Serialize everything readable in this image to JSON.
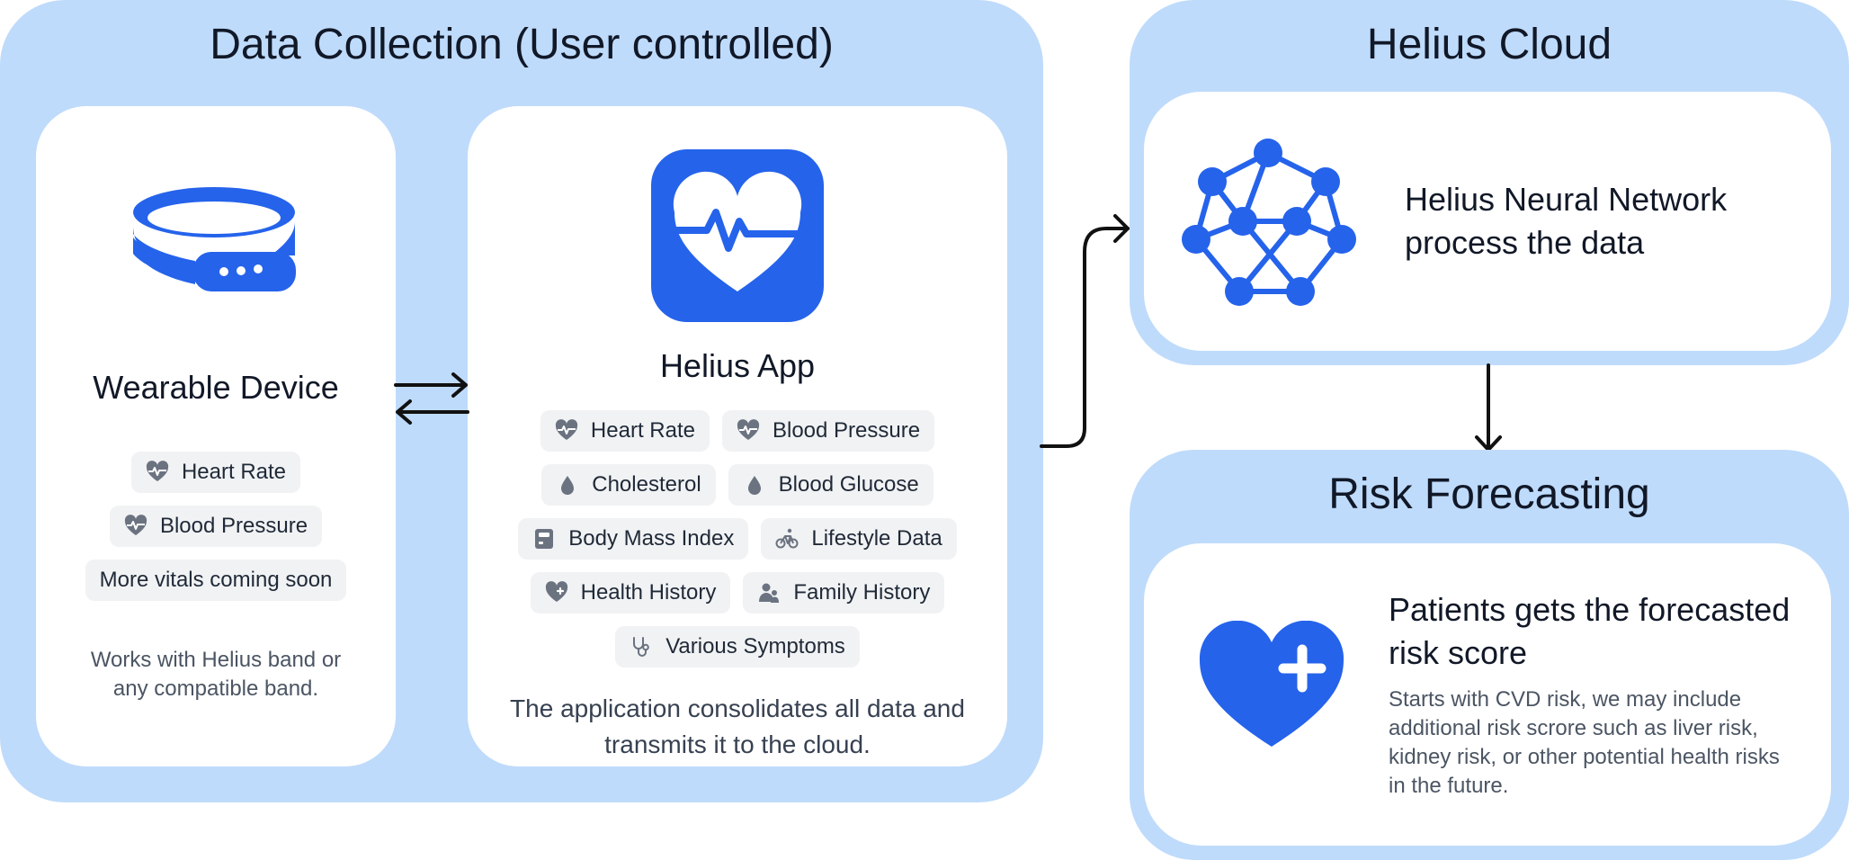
{
  "colors": {
    "panel": "#bfdbfb",
    "card": "#ffffff",
    "accent": "#2563eb",
    "chip_bg": "#f1f2f4",
    "chip_icon": "#6b7280",
    "arrow": "#111111"
  },
  "data_collection": {
    "title": "Data Collection (User controlled)",
    "wearable": {
      "icon": "wristband-icon",
      "title": "Wearable Device",
      "chips": [
        {
          "label": "Heart Rate",
          "icon": "heart-pulse-icon"
        },
        {
          "label": "Blood Pressure",
          "icon": "heart-pulse-icon"
        },
        {
          "label": "More vitals coming soon",
          "icon": ""
        }
      ],
      "note": "Works with Helius band or any compatible band."
    },
    "app": {
      "icon": "heart-pulse-app-icon",
      "title": "Helius App",
      "chips": [
        {
          "label": "Heart Rate",
          "icon": "heart-pulse-icon"
        },
        {
          "label": "Blood Pressure",
          "icon": "heart-pulse-icon"
        },
        {
          "label": "Cholesterol",
          "icon": "droplet-icon"
        },
        {
          "label": "Blood Glucose",
          "icon": "droplet-icon"
        },
        {
          "label": "Body Mass Index",
          "icon": "scale-icon"
        },
        {
          "label": "Lifestyle Data",
          "icon": "bicycle-icon"
        },
        {
          "label": "Health History",
          "icon": "heart-plus-icon"
        },
        {
          "label": "Family History",
          "icon": "people-icon"
        },
        {
          "label": "Various Symptoms",
          "icon": "stethoscope-icon"
        }
      ],
      "note": "The application consolidates all data and transmits it to the cloud."
    }
  },
  "cloud": {
    "title": "Helius Cloud",
    "icon": "neural-network-icon",
    "text": "Helius Neural Network process the data"
  },
  "forecast": {
    "title": "Risk Forecasting",
    "icon": "heart-plus-icon",
    "heading": "Patients gets the forecasted risk score",
    "body": "Starts with CVD risk, we may include additional risk scrore such as liver risk, kidney risk, or other potential health risks  in the future."
  }
}
